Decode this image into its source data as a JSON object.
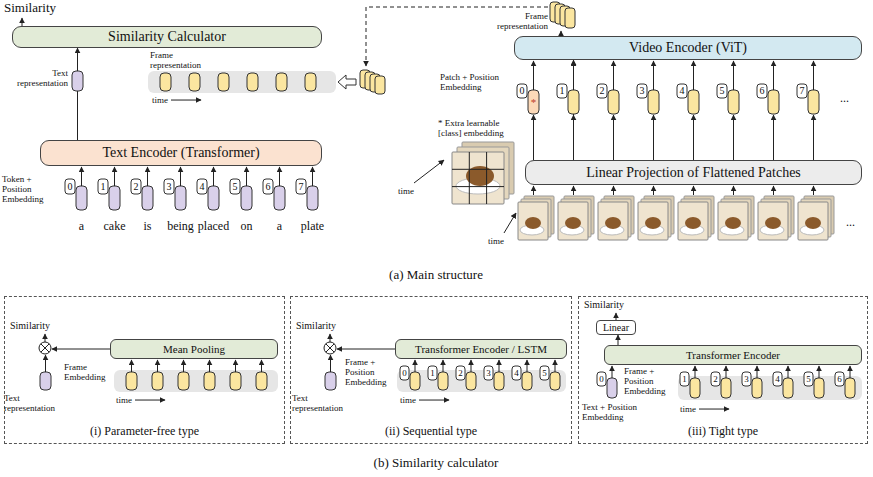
{
  "diagram": {
    "nodes": [
      {
        "text": [
          "Similarity Calculator"
        ]
      },
      {
        "text": [
          "Text Encoder (Transformer)"
        ]
      },
      {
        "text": [
          "Video Encoder (ViT)"
        ]
      },
      {
        "text": [
          "Linear Projection of Flattened Patches"
        ]
      },
      {
        "text": [
          "(i) Parameter-free type"
        ]
      },
      {
        "text": [
          "Mean Pooling"
        ],
        "in": 4
      },
      {
        "text": [
          "(ii) Sequential type"
        ]
      },
      {
        "text": [
          "Transformer Encoder / LSTM"
        ],
        "in": 6
      },
      {
        "text": [
          "(iii) Tight type"
        ]
      },
      {
        "text": [
          "Linear"
        ],
        "in": 8
      },
      {
        "text": [
          "Transformer Encoder"
        ],
        "in": 8
      }
    ],
    "edges": [
      {
        "from": 1,
        "to": 0,
        "arrow": "to"
      },
      {
        "from": 3,
        "to": 2,
        "arrow": "to"
      },
      {
        "from": 10,
        "to": 9,
        "arrow": "to"
      }
    ],
    "labels": [
      "Similarity",
      "Frame representation",
      "Text representation",
      "time",
      "Token + Position Embedding",
      "0",
      "1",
      "2",
      "3",
      "4",
      "5",
      "6",
      "7",
      "a",
      "cake",
      "is",
      "being",
      "placed",
      "on",
      "a",
      "plate",
      "Frame representation",
      "Patch + Position Embedding",
      "0",
      "*",
      "1",
      "2",
      "3",
      "4",
      "5",
      "6",
      "7",
      "...",
      "* Extra learnable [class] embedding",
      "time",
      "time",
      "...",
      "(a) Main structure",
      "Similarity",
      "Text representation",
      "Frame Embedding",
      "time",
      "Similarity",
      "Text representation",
      "Frame + Position Embedding",
      "0",
      "1",
      "2",
      "3",
      "4",
      "5",
      "time",
      "Similarity",
      "Frame + Position Embedding",
      "0",
      "1",
      "2",
      "3",
      "4",
      "5",
      "6",
      "Text + Position Embedding",
      "time",
      "(b) Similarity calculator"
    ]
  }
}
